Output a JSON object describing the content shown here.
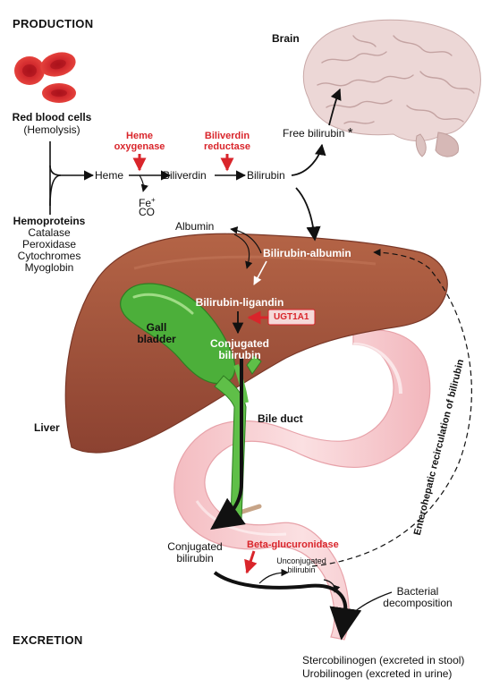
{
  "headers": {
    "production": "PRODUCTION",
    "excretion": "EXCRETION"
  },
  "rbc": {
    "title": "Red blood cells",
    "subtitle": "(Hemolysis)"
  },
  "hemoproteins": {
    "title": "Hemoproteins",
    "items": [
      "Catalase",
      "Peroxidase",
      "Cytochromes",
      "Myoglobin"
    ]
  },
  "pathway": {
    "heme": "Heme",
    "biliverdin": "Biliverdin",
    "bilirubin": "Bilirubin",
    "fe": "Fe",
    "fe_charge": "+",
    "co": "CO"
  },
  "enzymes": {
    "heme_oxygenase": [
      "Heme",
      "oxygenase"
    ],
    "biliverdin_reductase": [
      "Biliverdin",
      "reductase"
    ],
    "ugt1a1": "UGT1A1",
    "beta_glucuronidase": "Beta-glucuronidase"
  },
  "brain": {
    "label": "Brain",
    "free_bilirubin": "Free bilirubin",
    "asterisk": "*"
  },
  "liver": {
    "label": "Liver",
    "albumin": "Albumin",
    "bilirubin_albumin": "Bilirubin-albumin",
    "bilirubin_ligandin": "Bilirubin-ligandin",
    "conjugated": [
      "Conjugated",
      "bilirubin"
    ],
    "gallbladder": [
      "Gall",
      "bladder"
    ],
    "bile_duct": "Bile duct"
  },
  "intestine": {
    "conjugated": [
      "Conjugated",
      "bilirubin"
    ],
    "unconjugated": [
      "Unconjugated",
      "bilirubin"
    ],
    "bacterial": [
      "Bacterial",
      "decomposition"
    ],
    "stercobilinogen": "Stercobilinogen (excreted in stool)",
    "urobilinogen": "Urobilinogen (excreted in urine)"
  },
  "recirculation": "Enterohepatic recirculation of bilirubin",
  "colors": {
    "arrow_red": "#d9252b",
    "liver": "#a0523c",
    "gallbladder": "#4caf3a",
    "intestine": "#f6c4c8",
    "brain": "#ecd7d6"
  }
}
